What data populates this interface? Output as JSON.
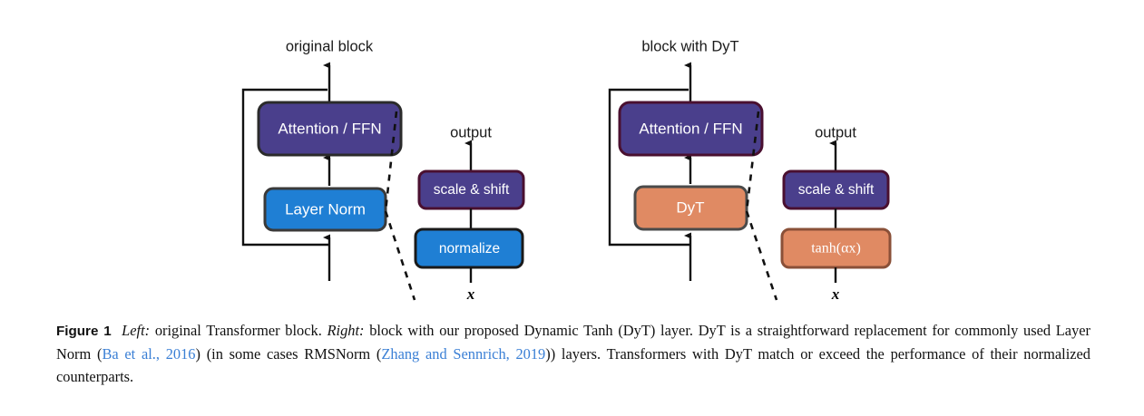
{
  "figure": {
    "left_panel": {
      "title": "original block",
      "blocks": [
        {
          "id": "attention-ffn",
          "label": "Attention / FFN",
          "fill": "#4a3f8c",
          "stroke": "#2b2b2b"
        },
        {
          "id": "layer-norm",
          "label": "Layer Norm",
          "fill": "#1f7fd4",
          "stroke": "#3a3a3a"
        }
      ],
      "detail": {
        "output_label": "output",
        "input_label": "x",
        "blocks": [
          {
            "id": "scale-and-shift",
            "label": "scale & shift",
            "fill": "#4a3f8c",
            "stroke": "#4a1030"
          },
          {
            "id": "normalize",
            "label": "normalize",
            "fill": "#1f7fd4",
            "stroke": "#1a1a1a"
          }
        ]
      }
    },
    "right_panel": {
      "title": "block with DyT",
      "blocks": [
        {
          "id": "attention-ffn",
          "label": "Attention / FFN",
          "fill": "#4a3f8c",
          "stroke": "#4a1030"
        },
        {
          "id": "dyt",
          "label": "DyT",
          "fill": "#e08a63",
          "stroke": "#4a4a4a"
        }
      ],
      "detail": {
        "output_label": "output",
        "input_label": "x",
        "blocks": [
          {
            "id": "scale-and-shift",
            "label": "scale & shift",
            "fill": "#4a3f8c",
            "stroke": "#4a1030"
          },
          {
            "id": "tanh-alpha-x",
            "label": "tanh(αx)",
            "fill": "#e08a63",
            "stroke": "#8a5038"
          }
        ]
      }
    }
  },
  "caption": {
    "figure_number": "Figure 1",
    "segments": [
      {
        "text": "Left:",
        "style": "italic"
      },
      {
        "text": " original Transformer block. ",
        "style": "normal"
      },
      {
        "text": "Right:",
        "style": "italic"
      },
      {
        "text": " block with our proposed Dynamic Tanh (DyT) layer. DyT is a straightforward replacement for commonly used Layer Norm (",
        "style": "normal"
      },
      {
        "text": "Ba et al., 2016",
        "style": "cite"
      },
      {
        "text": ") (in some cases RMSNorm (",
        "style": "normal"
      },
      {
        "text": "Zhang and Sennrich, 2019",
        "style": "cite"
      },
      {
        "text": ")) layers. Transformers with DyT match or exceed the performance of their normalized counterparts.",
        "style": "normal"
      }
    ]
  },
  "colors": {
    "purple": "#4a3f8c",
    "blue": "#1f7fd4",
    "salmon": "#e08a63",
    "citation_blue": "#3a7fd5",
    "outline_dark": "#2b2b2b",
    "outline_maroon": "#4a1030"
  }
}
